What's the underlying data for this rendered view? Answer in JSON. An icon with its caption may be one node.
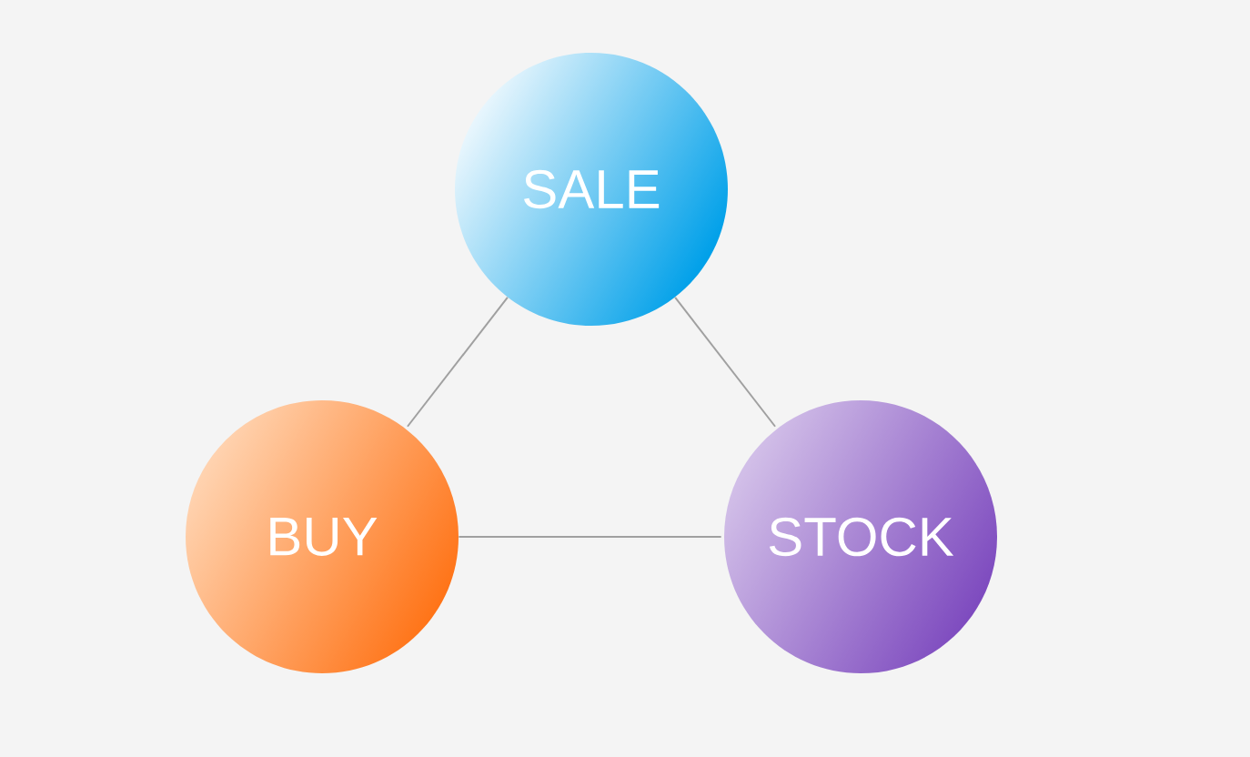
{
  "diagram": {
    "nodes": [
      {
        "text": [
          "SALE"
        ]
      },
      {
        "text": [
          "BUY"
        ]
      },
      {
        "text": [
          "STOCK"
        ]
      }
    ],
    "edges": [
      {
        "from": 0,
        "to": 1,
        "arrow": "none"
      },
      {
        "from": 0,
        "to": 2,
        "arrow": "none"
      },
      {
        "from": 1,
        "to": 2,
        "arrow": "none"
      }
    ]
  }
}
